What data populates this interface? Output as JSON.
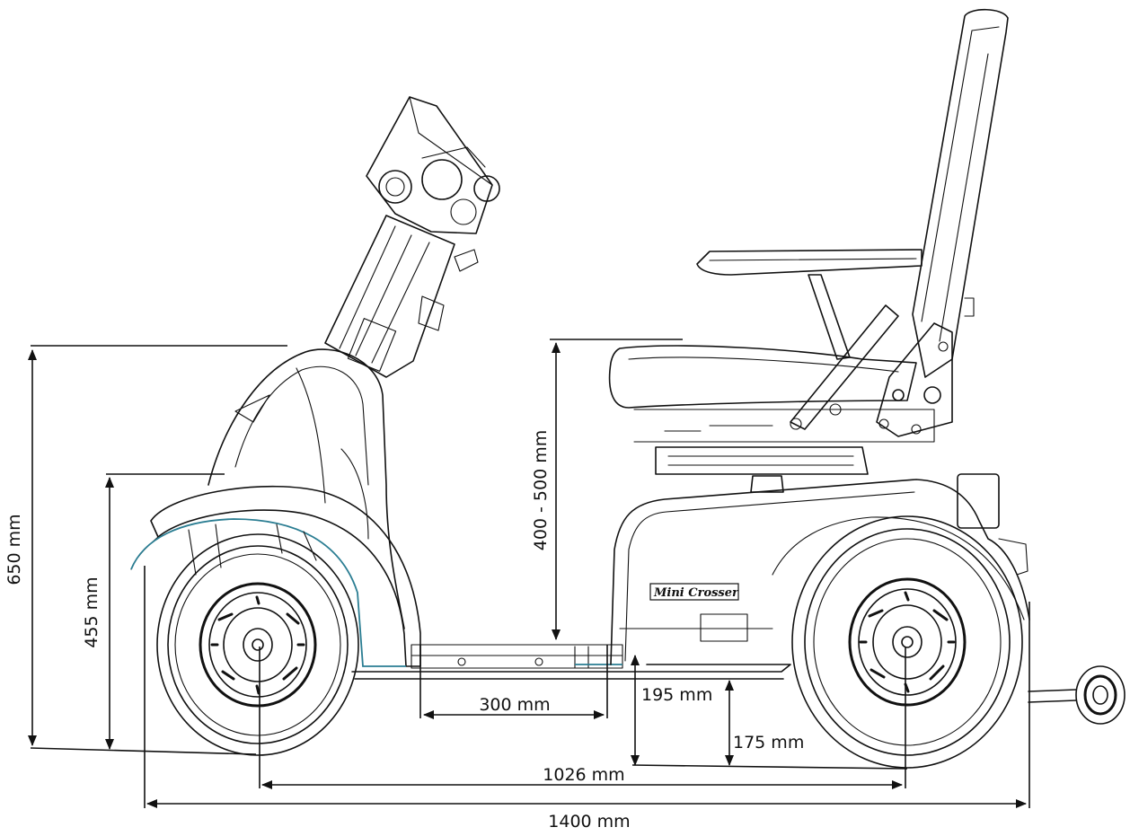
{
  "dimensions": {
    "overall_height": "650 mm",
    "front_fender_height": "455 mm",
    "seat_height": "400 - 500 mm",
    "footboard_length": "300 mm",
    "floor_clearance": "195 mm",
    "ground_clearance": "175 mm",
    "wheelbase": "1026 mm",
    "overall_length": "1400 mm"
  },
  "logo_text": "Mini Crosser",
  "colors": {
    "ink": "#111111",
    "fender_accent": "#2a7d92"
  }
}
